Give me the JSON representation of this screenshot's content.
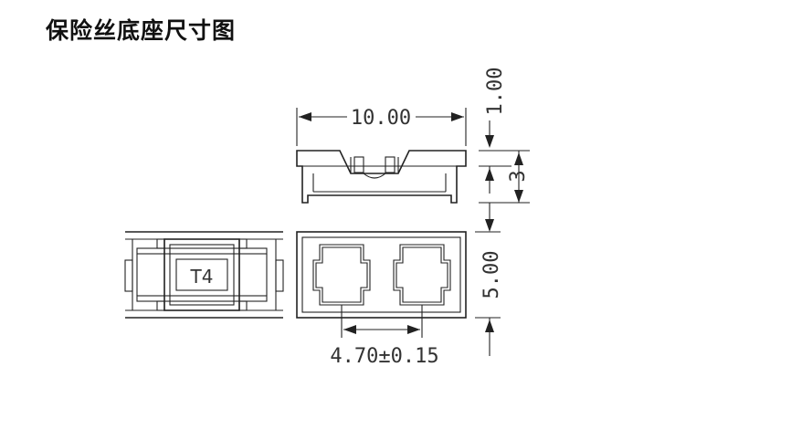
{
  "title": "保险丝底座尺寸图",
  "drawing": {
    "marking_text": "T4",
    "dimensions": {
      "length": "10.00",
      "top_gap": "1.00",
      "height": "3",
      "width": "5.00",
      "pad_pitch": "4.70±0.15"
    }
  },
  "colors": {
    "line": "#222222",
    "text": "#333333",
    "background": "#ffffff"
  }
}
